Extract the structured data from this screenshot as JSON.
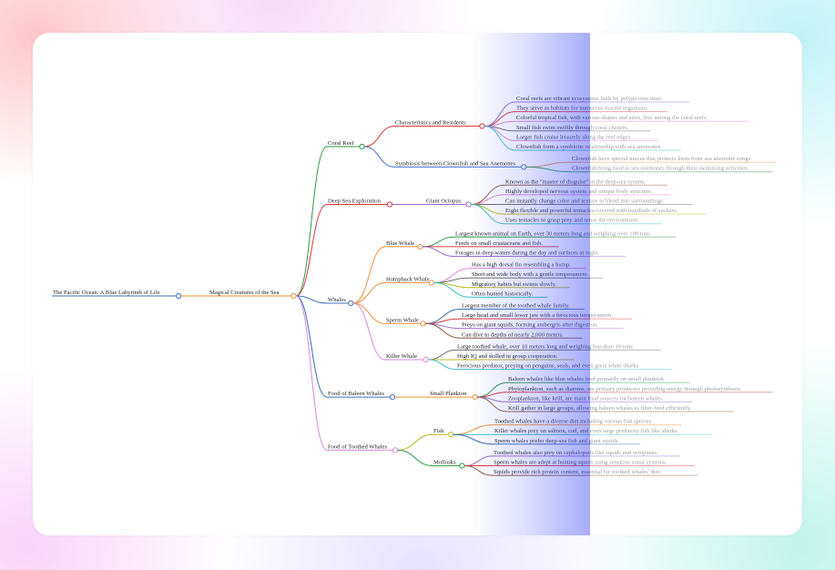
{
  "diagram": {
    "root": {
      "label": "The Pacific Ocean: A Blue Labyrinth of Life",
      "color": "#3b6fb6",
      "children": [
        {
          "label": "Magical Creatures of the Sea",
          "color": "#e8923a",
          "children": [
            {
              "label": "Coral Reef",
              "color": "#2e9a46",
              "children": [
                {
                  "label": "Characteristics and Residents",
                  "color": "#d63a3a",
                  "children": [
                    {
                      "label": "Coral reefs are vibrant ecosystems built by polyps over time.",
                      "color": "#9a6bd0"
                    },
                    {
                      "label": "They serve as habitats for numerous marine organisms.",
                      "color": "#d63a3a"
                    },
                    {
                      "label": "Colorful tropical fish, with various shapes and sizes, live among the coral reefs.",
                      "color": "#d889d8"
                    },
                    {
                      "label": "Small fish swim swiftly through coral clusters.",
                      "color": "#6b6b6b"
                    },
                    {
                      "label": "Larger fish cruise leisurely along the reef edges.",
                      "color": "#d889d8"
                    },
                    {
                      "label": "Clownfish form a symbiotic relationship with sea anemones.",
                      "color": "#3ec0c8"
                    }
                  ]
                },
                {
                  "label": "Symbiosis between Clownfish and Sea Anemones",
                  "color": "#4a6fd0",
                  "children": [
                    {
                      "label": "Clownfish have special mucus that protects them from sea anemone stings.",
                      "color": "#e8923a"
                    },
                    {
                      "label": "Clownfish bring food to sea anemones through their swimming activities.",
                      "color": "#2e9a46"
                    }
                  ]
                }
              ]
            },
            {
              "label": "Deep Sea Exploration",
              "color": "#d63a3a",
              "children": [
                {
                  "label": "Giant Octopus",
                  "color": "#9a6bd0",
                  "children": [
                    {
                      "label": "Known as the \"master of disguise\" in the deep-sea system.",
                      "color": "#8a5a3c"
                    },
                    {
                      "label": "Highly developed nervous system and unique body structure.",
                      "color": "#d889d8"
                    },
                    {
                      "label": "Can instantly change color and texture to blend into surroundings.",
                      "color": "#6b6b6b"
                    },
                    {
                      "label": "Eight flexible and powerful tentacles covered with hundreds of suckers.",
                      "color": "#b8b820"
                    },
                    {
                      "label": "Uses tentacles to grasp prey and sense the environment.",
                      "color": "#3ec0c8"
                    }
                  ]
                }
              ]
            },
            {
              "label": "Whales",
              "color": "#3b6fb6",
              "children": [
                {
                  "label": "Blue Whale",
                  "color": "#e8923a",
                  "children": [
                    {
                      "label": "Largest known animal on Earth, over 30 meters long and weighing over 100 tons.",
                      "color": "#2e9a46"
                    },
                    {
                      "label": "Feeds on small crustaceans and fish.",
                      "color": "#d63a3a"
                    },
                    {
                      "label": "Forages in deep waters during the day and surfaces at night.",
                      "color": "#9a6bd0"
                    }
                  ]
                },
                {
                  "label": "Humpback Whale",
                  "color": "#e8923a",
                  "children": [
                    {
                      "label": "Has a high dorsal fin resembling a hump.",
                      "color": "#d889d8"
                    },
                    {
                      "label": "Short and wide body with a gentle temperament.",
                      "color": "#6b6b6b"
                    },
                    {
                      "label": "Migratory habits but swims slowly.",
                      "color": "#b8b820"
                    },
                    {
                      "label": "Often hunted historically.",
                      "color": "#3ec0c8"
                    }
                  ]
                },
                {
                  "label": "Sperm Whale",
                  "color": "#e8923a",
                  "children": [
                    {
                      "label": "Largest member of the toothed whale family.",
                      "color": "#3b6fb6"
                    },
                    {
                      "label": "Large head and small lower jaw with a ferocious temperament.",
                      "color": "#d63a3a"
                    },
                    {
                      "label": "Preys on giant squids, forming ambergris after digestion.",
                      "color": "#9a6bd0"
                    },
                    {
                      "label": "Can dive to depths of nearly 2,000 meters.",
                      "color": "#8a5a3c"
                    }
                  ]
                },
                {
                  "label": "Killer Whale",
                  "color": "#d889d8",
                  "children": [
                    {
                      "label": "Large toothed whale, over 10 meters long and weighing less than 10 tons.",
                      "color": "#6b6b6b"
                    },
                    {
                      "label": "High IQ and skilled in group cooperation.",
                      "color": "#b8b820"
                    },
                    {
                      "label": "Ferocious predator, preying on penguins, seals, and even great white sharks.",
                      "color": "#3ec0c8"
                    }
                  ]
                }
              ]
            },
            {
              "label": "Food of Baleen Whales",
              "color": "#3b6fb6",
              "children": [
                {
                  "label": "Small Plankton",
                  "color": "#e8923a",
                  "children": [
                    {
                      "label": "Baleen whales like blue whales feed primarily on small plankton.",
                      "color": "#2e9a46"
                    },
                    {
                      "label": "Phytoplankton, such as diatoms, are primary producers providing energy through photosynthesis.",
                      "color": "#d63a3a"
                    },
                    {
                      "label": "Zooplankton, like krill, are main food sources for baleen whales.",
                      "color": "#9a6bd0"
                    },
                    {
                      "label": "Krill gather in large groups, allowing baleen whales to filter-feed efficiently.",
                      "color": "#8a5a3c"
                    }
                  ]
                }
              ]
            },
            {
              "label": "Food of Toothed Whales",
              "color": "#d889d8",
              "children": [
                {
                  "label": "Fish",
                  "color": "#b8b820",
                  "children": [
                    {
                      "label": "Toothed whales have a diverse diet including various fish species.",
                      "color": "#e8923a"
                    },
                    {
                      "label": "Killer whales prey on salmon, cod, and even large predatory fish like sharks.",
                      "color": "#3ec0c8"
                    },
                    {
                      "label": "Sperm whales prefer deep-sea fish and giant squids.",
                      "color": "#3b6fb6"
                    }
                  ]
                },
                {
                  "label": "Mollusks",
                  "color": "#2e9a46",
                  "children": [
                    {
                      "label": "Toothed whales also prey on cephalopods like squids and octopuses.",
                      "color": "#9a6bd0"
                    },
                    {
                      "label": "Sperm whales are adept at hunting squids using sensitive sonar systems.",
                      "color": "#d63a3a"
                    },
                    {
                      "label": "Squids provide rich protein content, essential for toothed whales' diet.",
                      "color": "#8a5a3c"
                    }
                  ]
                }
              ]
            }
          ]
        }
      ]
    }
  }
}
